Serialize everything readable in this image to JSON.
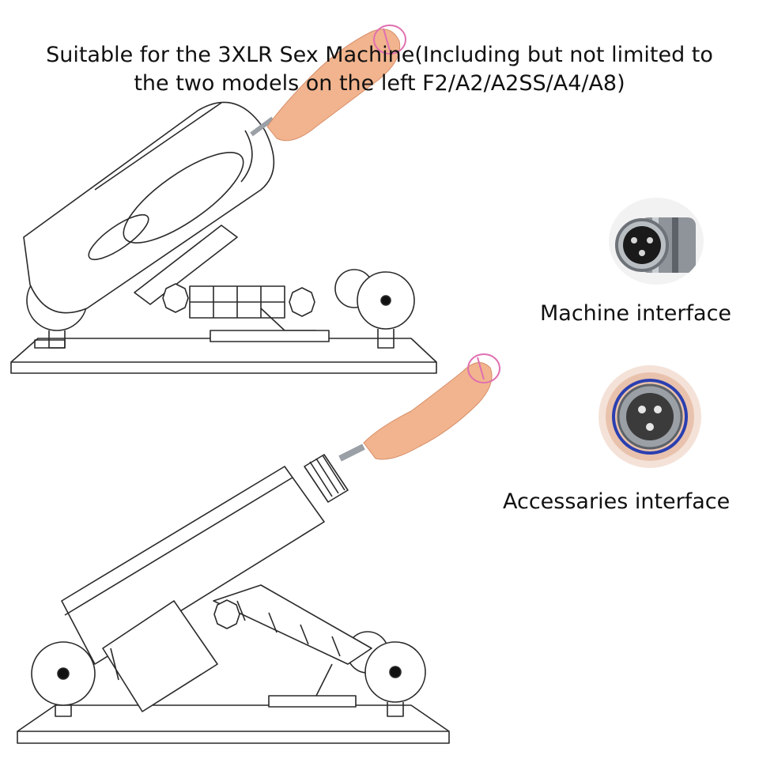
{
  "headline": {
    "line1": "Suitable for the 3XLR Sex Machine(Including but not limited to",
    "line2": "the two models on the left F2/A2/A2SS/A4/A8)"
  },
  "machine_connector": {
    "label": "Machine interface",
    "icon": "xlr-socket-icon"
  },
  "accessory_connector": {
    "label": "Accessaries interface",
    "icon": "xlr-plug-icon"
  },
  "colors": {
    "outline": "#2a2a2a",
    "skin": "#f1b48e",
    "skin_shade": "#d78f6a",
    "tip_mark": "#e06fb0",
    "metal": "#9aa0a6",
    "plug_ring": "#2a3fb0"
  }
}
